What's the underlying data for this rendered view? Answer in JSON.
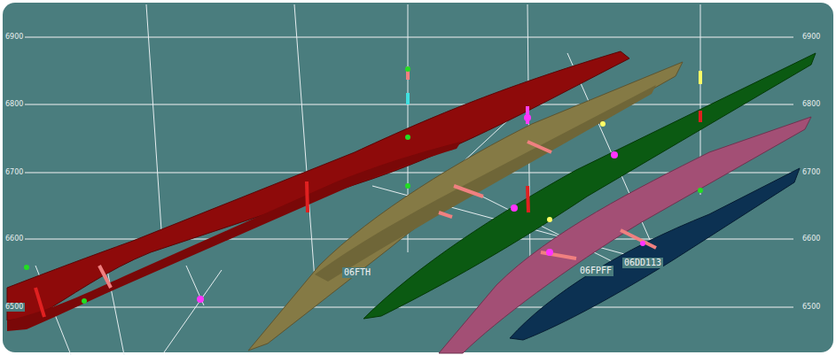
{
  "diagram": {
    "labels": [
      "6900",
      "6800",
      "6700",
      "6600",
      "6500",
      "6900",
      "6800",
      "6700",
      "6600",
      "6500",
      "06FTH",
      "06FPFF",
      "06DD113"
    ]
  }
}
